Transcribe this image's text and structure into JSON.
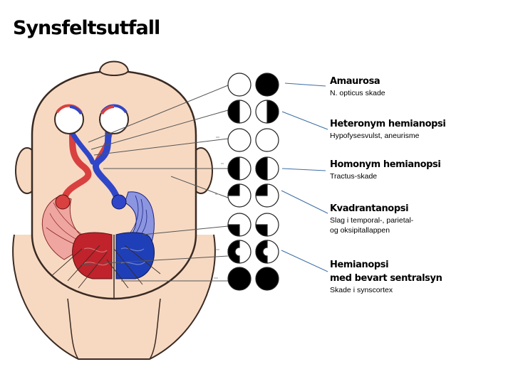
{
  "title": "Synsfeltsutfall",
  "labels": [
    {
      "name": "Amaurosa",
      "desc": "N. opticus skade"
    },
    {
      "name": "Heteronym hemianopsi",
      "desc": "Hypofysesvulst, aneurisme"
    },
    {
      "name": "Homonym hemianopsi",
      "desc": "Tractus-skade"
    },
    {
      "name": "Kvadrantanopsi",
      "desc": "Slag i temporal-, parietal-\nog oksipitallappen"
    },
    {
      "name": "Hemianopsi\nmed bevart sentralsyn",
      "desc": "Skade i synscortex"
    }
  ],
  "colors": {
    "skin": "#f7d9c2",
    "skin_outline": "#3a2a22",
    "left_pathway": "#d8413f",
    "right_pathway": "#3046c8",
    "left_cortex": "#c0232b",
    "right_cortex": "#1f3fb8",
    "connector_line": "#3b6ea5",
    "field_loss": "#000000",
    "field_intact": "#ffffff"
  }
}
